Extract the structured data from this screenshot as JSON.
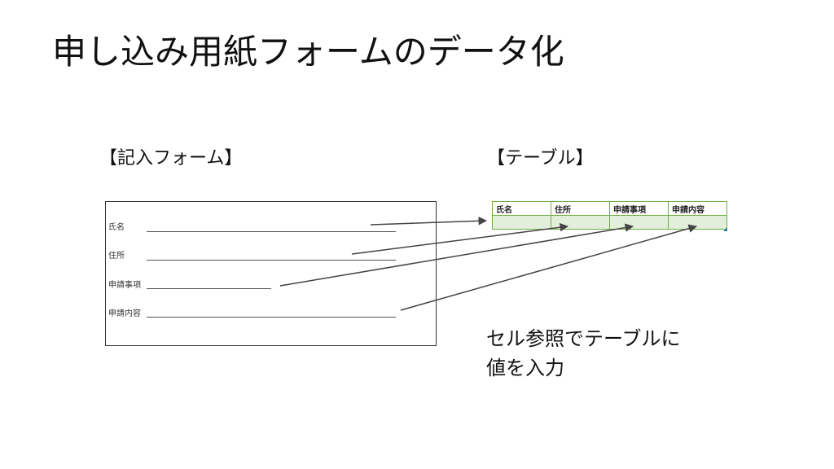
{
  "title": "申し込み用紙フォームのデータ化",
  "form_section": {
    "label": "【記入フォーム】",
    "fields": [
      "氏名",
      "住所",
      "申請事項",
      "申請内容"
    ]
  },
  "table_section": {
    "label": "【テーブル】",
    "headers": [
      "氏名",
      "住所",
      "申請事項",
      "申請内容"
    ]
  },
  "caption": {
    "line1": "セル参照でテーブルに",
    "line2": "値を入力"
  },
  "colors": {
    "table_border": "#70ad47",
    "table_fill": "#e2efda",
    "arrow": "#444444"
  }
}
